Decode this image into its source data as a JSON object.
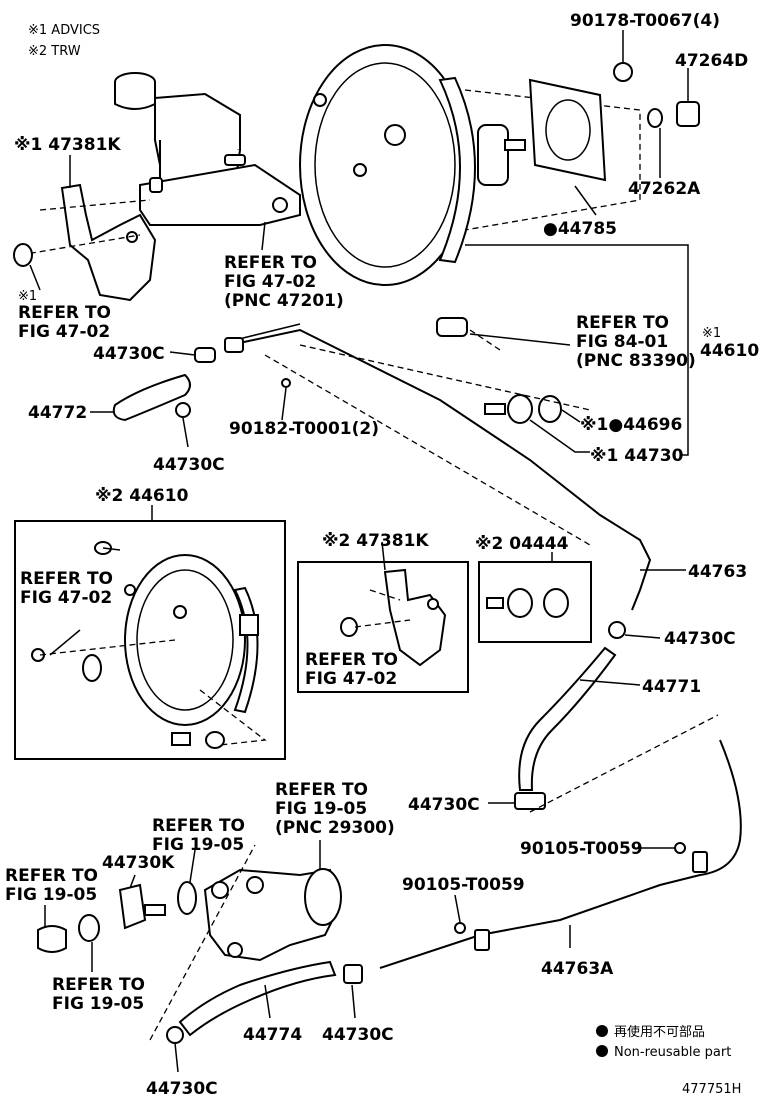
{
  "legend": {
    "note1": "※1 ADVICS",
    "note2": "※2 TRW",
    "nonreusable_jp": "再使用不可部品",
    "nonreusable_en": "Non-reusable part"
  },
  "labels": {
    "p_90178": "90178-T0067(4)",
    "p_47264D": "47264D",
    "p_47262A": "47262A",
    "p_44785": "●44785",
    "p_47381K_1": "※1 47381K",
    "refer_4702_a1": "REFER TO",
    "refer_4702_a2": "FIG 47-02",
    "refer_4702_a3": "(PNC 47201)",
    "note1_refer_pre": "※1",
    "refer_4702_b1": "REFER TO",
    "refer_4702_b2": "FIG 47-02",
    "refer_8401_1": "REFER TO",
    "refer_8401_2": "FIG 84-01",
    "refer_8401_3": "(PNC 83390)",
    "p_44610_1": "44610",
    "p_44610_1_pre": "※1",
    "p_44730C_a": "44730C",
    "p_44772": "44772",
    "p_90182": "90182-T0001(2)",
    "p_44730C_b": "44730C",
    "p_44696": "※1●44696",
    "p_44730": "※1 44730",
    "p_44610_2": "※2 44610",
    "refer_4702_c1": "REFER TO",
    "refer_4702_c2": "FIG 47-02",
    "p_47381K_2": "※2 47381K",
    "refer_4702_d1": "REFER TO",
    "refer_4702_d2": "FIG 47-02",
    "p_04444": "※2 04444",
    "p_44763": "44763",
    "p_44730C_c": "44730C",
    "p_44771": "44771",
    "p_44730C_d": "44730C",
    "p_90105_a": "90105-T0059",
    "p_90105_b": "90105-T0059",
    "p_44763A": "44763A",
    "refer_1905_a1": "REFER TO",
    "refer_1905_a2": "FIG 19-05",
    "refer_1905_a3": "(PNC 29300)",
    "refer_1905_b1": "REFER TO",
    "refer_1905_b2": "FIG 19-05",
    "p_44730K": "44730K",
    "refer_1905_c1": "REFER TO",
    "refer_1905_c2": "FIG 19-05",
    "refer_1905_d1": "REFER TO",
    "refer_1905_d2": "FIG 19-05",
    "p_44774": "44774",
    "p_44730C_e": "44730C",
    "p_44730C_f": "44730C",
    "diagram_id": "477751H"
  }
}
